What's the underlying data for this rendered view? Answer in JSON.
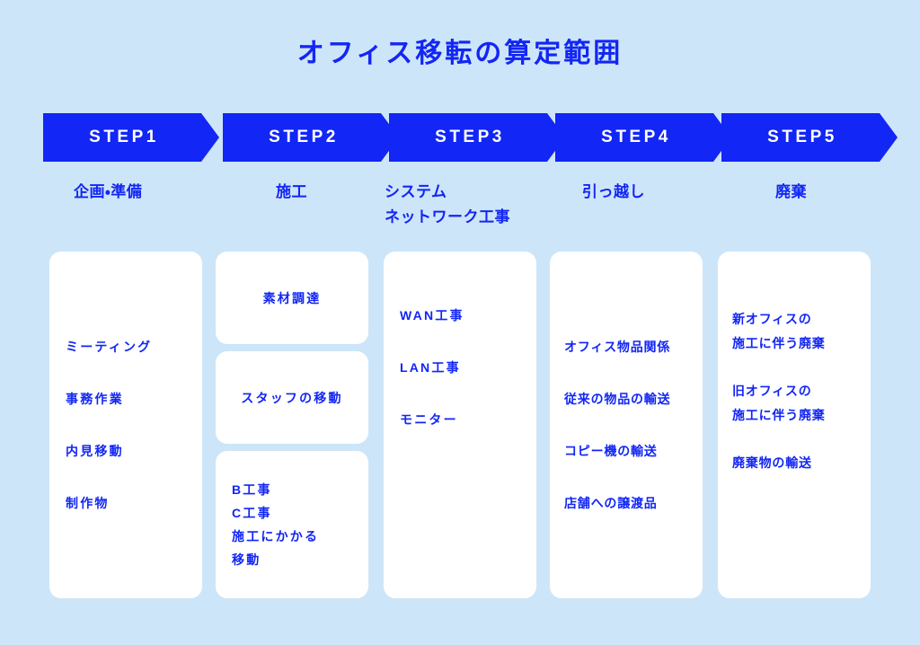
{
  "page": {
    "title": "オフィス移転の算定範囲",
    "background_color": "#cde5f8",
    "accent_color": "#1226f5",
    "card_color": "#ffffff"
  },
  "steps": [
    {
      "label": "STEP1",
      "caption": "企画・準備"
    },
    {
      "label": "STEP2",
      "caption": "施工"
    },
    {
      "label": "STEP3",
      "caption": "システム\nネットワーク工事"
    },
    {
      "label": "STEP4",
      "caption": "引っ越し"
    },
    {
      "label": "STEP5",
      "caption": "廃棄"
    }
  ],
  "columns": [
    {
      "step": "STEP1",
      "cards": [
        {
          "items": [
            "ミーティング",
            "事務作業",
            "内見移動",
            "制作物"
          ]
        }
      ]
    },
    {
      "step": "STEP2",
      "cards": [
        {
          "items": [
            "素材調達"
          ]
        },
        {
          "items": [
            "スタッフの移動"
          ]
        },
        {
          "items": [
            "B工事\nC工事\n施工にかかる\n移動"
          ]
        }
      ]
    },
    {
      "step": "STEP3",
      "cards": [
        {
          "items": [
            "WAN工事",
            "LAN工事",
            "モニター"
          ]
        }
      ]
    },
    {
      "step": "STEP4",
      "cards": [
        {
          "items": [
            "オフィス物品関係",
            "従来の物品の輸送",
            "コピー機の輸送",
            "店舗への譲渡品"
          ]
        }
      ]
    },
    {
      "step": "STEP5",
      "cards": [
        {
          "items": [
            "新オフィスの\n施工に伴う廃棄",
            "旧オフィスの\n施工に伴う廃棄",
            "廃棄物の輸送"
          ]
        }
      ]
    }
  ]
}
